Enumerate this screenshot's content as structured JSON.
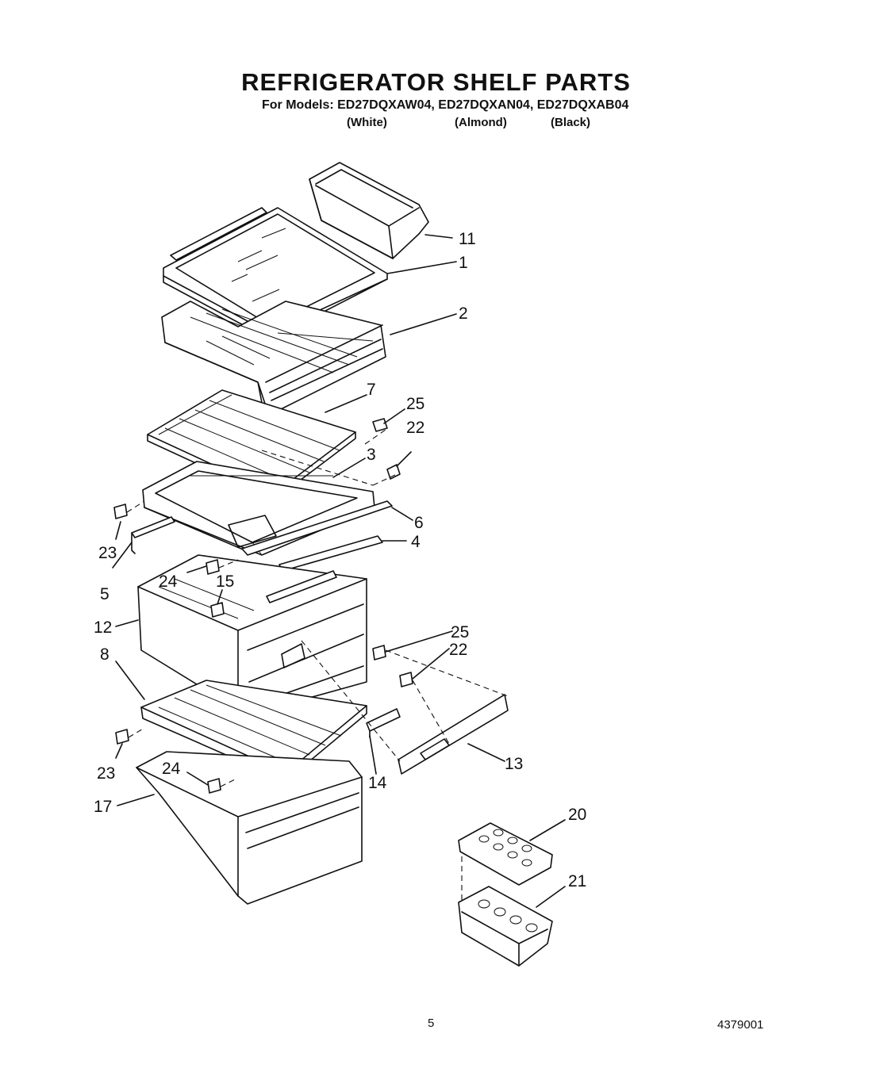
{
  "header": {
    "title": "REFRIGERATOR SHELF PARTS",
    "models_line": "For Models: ED27DQXAW04, ED27DQXAN04, ED27DQXAB04",
    "variants": [
      "(White)",
      "(Almond)",
      "(Black)"
    ]
  },
  "callouts": [
    {
      "id": "c11",
      "label": "11"
    },
    {
      "id": "c1",
      "label": "1"
    },
    {
      "id": "c2",
      "label": "2"
    },
    {
      "id": "c7",
      "label": "7"
    },
    {
      "id": "c25a",
      "label": "25"
    },
    {
      "id": "c22a",
      "label": "22"
    },
    {
      "id": "c3",
      "label": "3"
    },
    {
      "id": "c6",
      "label": "6"
    },
    {
      "id": "c4",
      "label": "4"
    },
    {
      "id": "c23a",
      "label": "23"
    },
    {
      "id": "c5",
      "label": "5"
    },
    {
      "id": "c24a",
      "label": "24"
    },
    {
      "id": "c15",
      "label": "15"
    },
    {
      "id": "c12",
      "label": "12"
    },
    {
      "id": "c25b",
      "label": "25"
    },
    {
      "id": "c22b",
      "label": "22"
    },
    {
      "id": "c8",
      "label": "8"
    },
    {
      "id": "c13",
      "label": "13"
    },
    {
      "id": "c14",
      "label": "14"
    },
    {
      "id": "c23b",
      "label": "23"
    },
    {
      "id": "c24b",
      "label": "24"
    },
    {
      "id": "c17",
      "label": "17"
    },
    {
      "id": "c20",
      "label": "20"
    },
    {
      "id": "c21",
      "label": "21"
    }
  ],
  "footer": {
    "page_number": "5",
    "document_number": "4379001"
  }
}
